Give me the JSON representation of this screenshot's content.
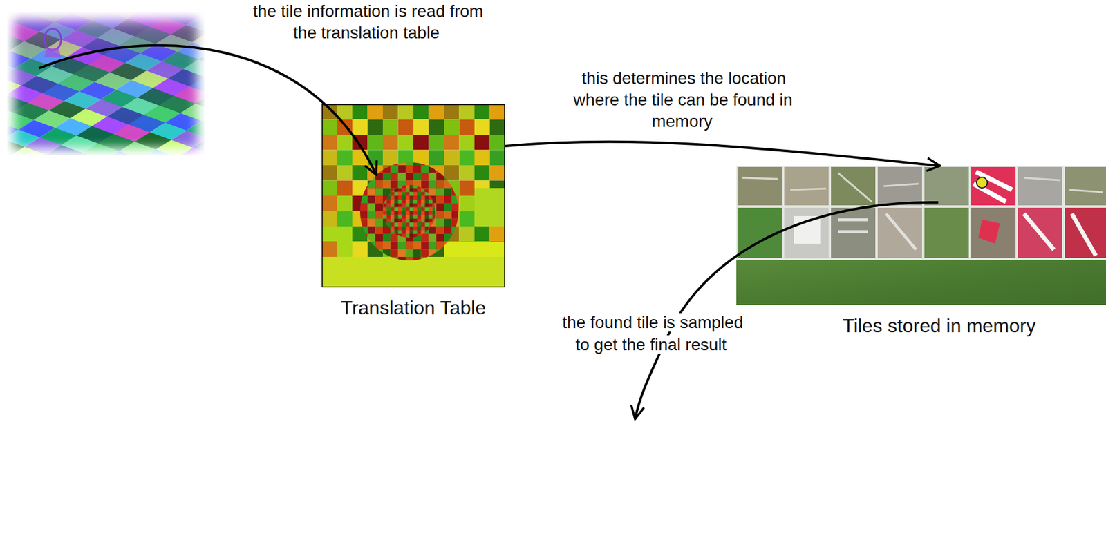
{
  "diagram": {
    "nodes": [
      {
        "text": [
          "Translation Table"
        ]
      },
      {
        "text": [
          "Tiles stored in memory"
        ]
      }
    ],
    "edges": [
      {
        "from": 0,
        "to": 1,
        "arrow": "to",
        "label": "this determines the location where the tile can be found in memory"
      }
    ],
    "labels": [
      "the tile information is read from the translation table",
      "the found tile is sampled to get the final result"
    ]
  }
}
